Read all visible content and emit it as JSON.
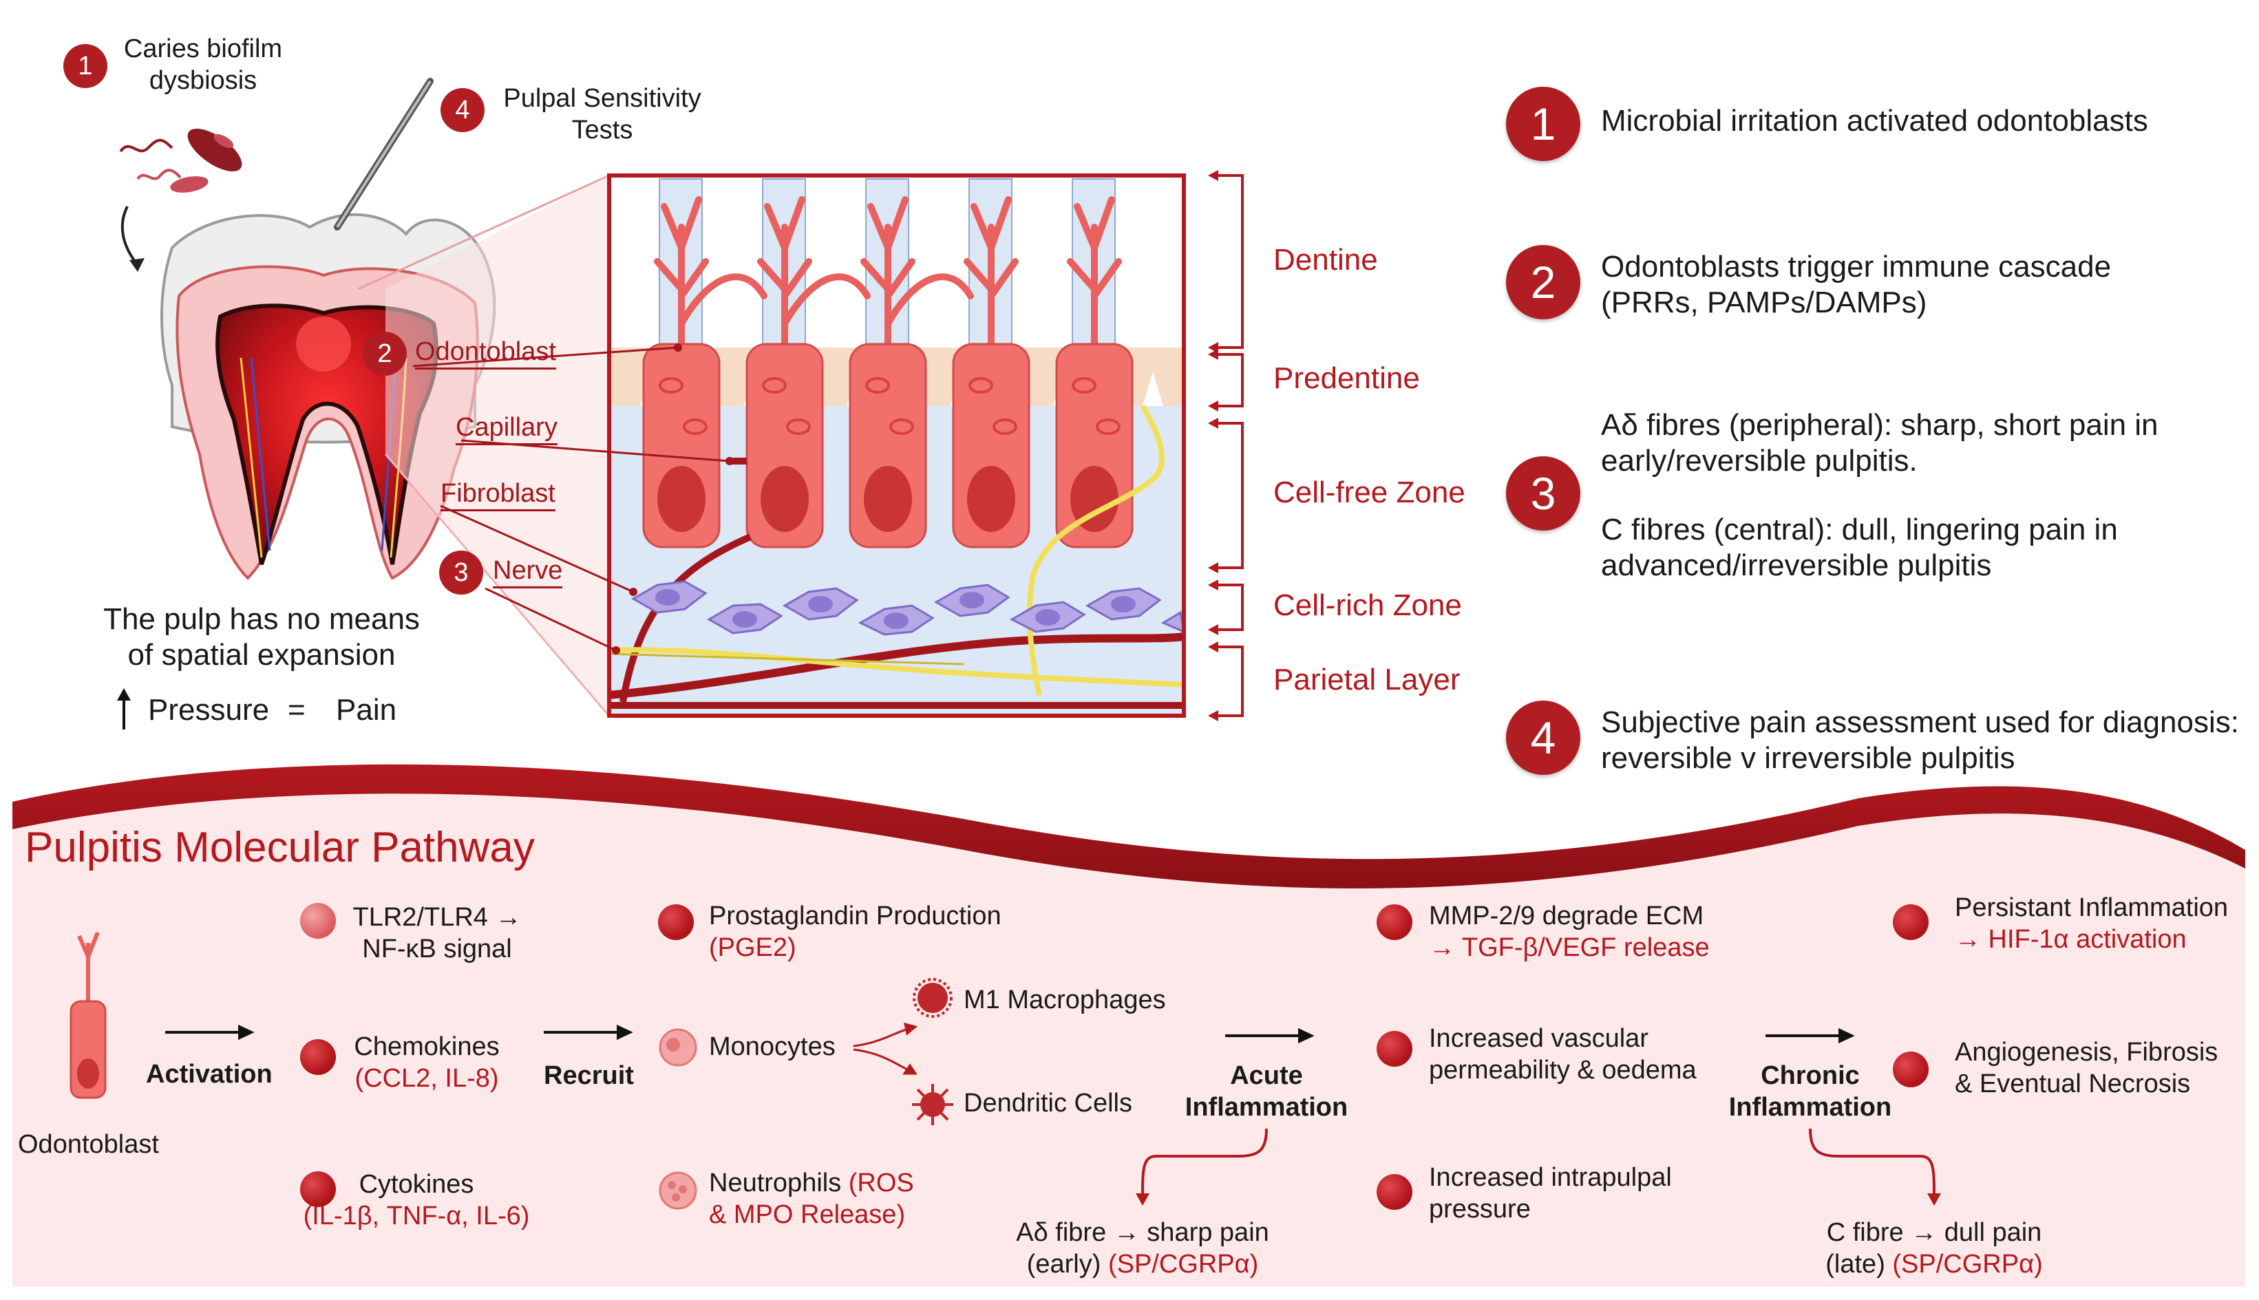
{
  "top_left": {
    "caries": {
      "num": "1",
      "line1": "Caries biofilm",
      "line2": "dysbiosis"
    },
    "sensitivity": {
      "num": "4",
      "line1": "Pulpal Sensitivity",
      "line2": "Tests"
    },
    "odontoblast": {
      "num": "2",
      "label": "Odontoblast"
    },
    "capillary": {
      "label": "Capillary"
    },
    "fibroblast": {
      "label": "Fibroblast"
    },
    "nerve": {
      "num": "3",
      "label": "Nerve"
    },
    "pulp_text": {
      "line1": "The pulp has no means",
      "line2": "of spatial expansion"
    },
    "pressure": {
      "arrow": "↑",
      "word1": "Pressure",
      "eq": "=",
      "word2": "Pain"
    }
  },
  "layers": [
    "Dentine",
    "Predentine",
    "Cell-free Zone",
    "Cell-rich Zone",
    "Parietal Layer"
  ],
  "steps": [
    {
      "num": "1",
      "lines": [
        "Microbial irritation activated odontoblasts"
      ]
    },
    {
      "num": "2",
      "lines": [
        "Odontoblasts trigger immune cascade",
        "(PRRs, PAMPs/DAMPs)"
      ]
    },
    {
      "num": "3",
      "lines": [
        "Aδ fibres (peripheral): sharp, short pain in",
        "early/reversible pulpitis.",
        "",
        "C fibres (central): dull, lingering pain in",
        "advanced/irreversible pulpitis"
      ]
    },
    {
      "num": "4",
      "lines": [
        "Subjective pain assessment used for diagnosis:",
        "reversible v irreversible pulpitis"
      ]
    }
  ],
  "pathway": {
    "title": "Pulpitis Molecular Pathway",
    "odontoblast": "Odontoblast",
    "activation": "Activation",
    "recruit": "Recruit",
    "tlr": {
      "line1": "TLR2/TLR4 →",
      "line2": "NF-κB signal"
    },
    "chemokines": {
      "line1": "Chemokines",
      "line2": "(CCL2, IL-8)"
    },
    "cytokines": {
      "line1": "Cytokines",
      "line2": "(IL-1β, TNF-α, IL-6)"
    },
    "prostaglandin": {
      "line1": "Prostaglandin Production",
      "line2": "(PGE2)"
    },
    "monocytes": "Monocytes",
    "m1": "M1 Macrophages",
    "dendritic": "Dendritic Cells",
    "neutrophils": {
      "a": "Neutrophils ",
      "b": "(ROS",
      "c": "& MPO Release)"
    },
    "acute": {
      "line1": "Acute",
      "line2": "Inflammation"
    },
    "adelta": {
      "line1": "Aδ fibre → sharp pain",
      "line2a": "(early) ",
      "line2b": "(SP/CGRPα)"
    },
    "mmp": {
      "line1": "MMP-2/9 degrade ECM",
      "line2": "→ TGF-β/VEGF release"
    },
    "vascular": {
      "line1": "Increased vascular",
      "line2": "permeability & oedema"
    },
    "intrapulpal": {
      "line1": "Increased intrapulpal",
      "line2": "pressure"
    },
    "chronic": {
      "line1": "Chronic",
      "line2": "Inflammation"
    },
    "persistant": {
      "line1": "Persistant Inflammation",
      "line2": "→ HIF-1α activation"
    },
    "angio": {
      "line1": "Angiogenesis, Fibrosis",
      "line2": "& Eventual Necrosis"
    },
    "cfibre": {
      "line1": "C fibre → dull pain",
      "line2a": "(late) ",
      "line2b": "(SP/CGRPα)"
    }
  }
}
